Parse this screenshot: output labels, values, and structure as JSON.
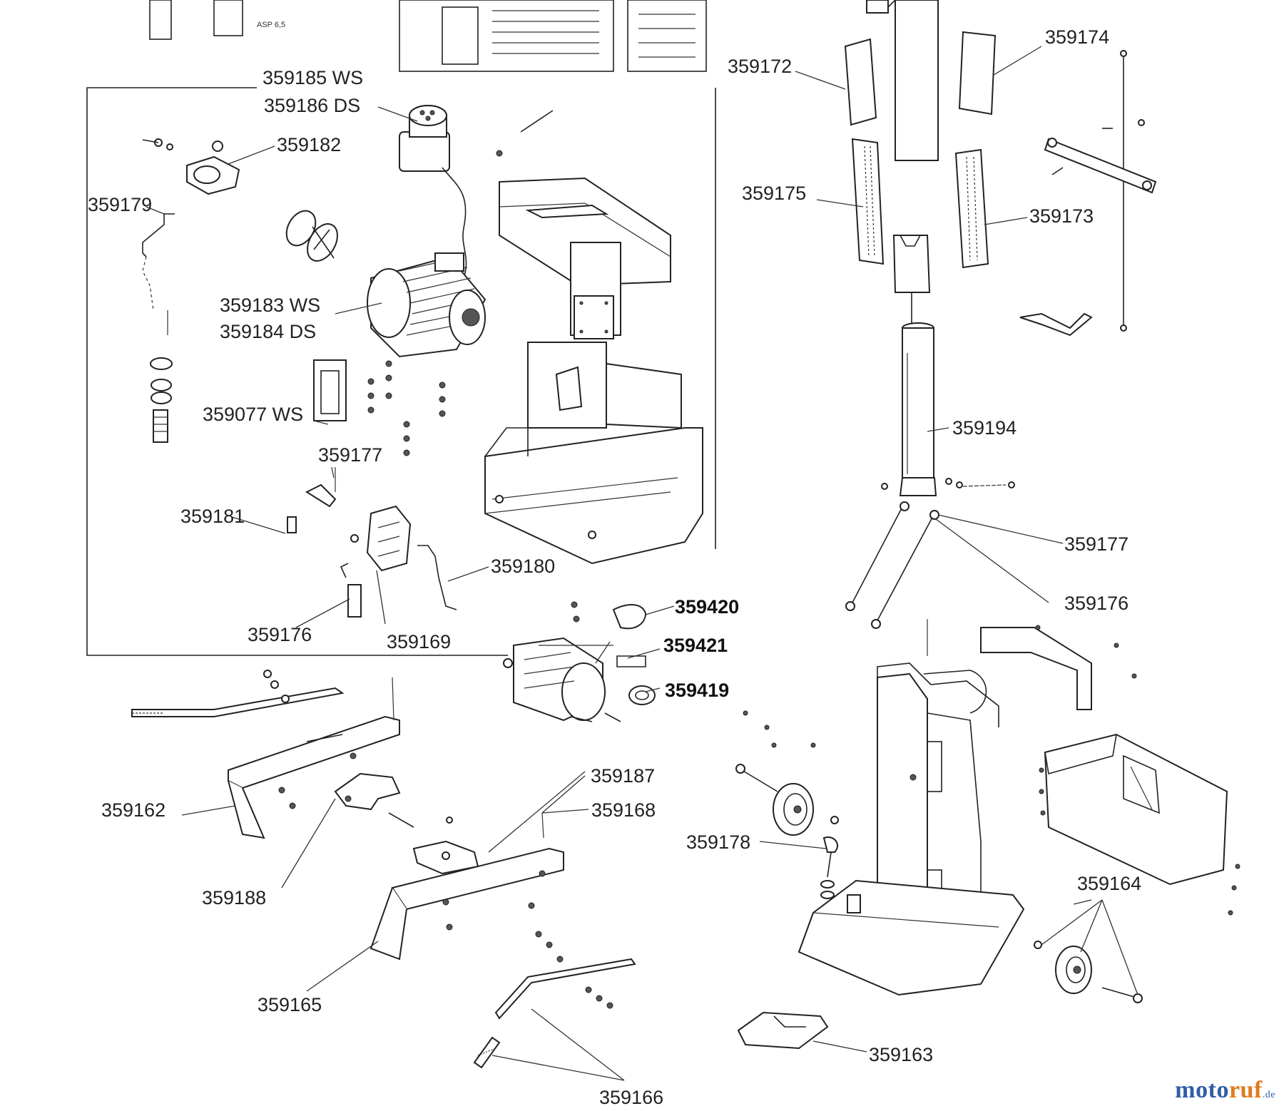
{
  "diagram": {
    "labels": {
      "p359185": "359185 WS",
      "p359186": "359186 DS",
      "p359182": "359182",
      "p359179": "359179",
      "p359183": "359183 WS",
      "p359184": "359184 DS",
      "p359077": "359077 WS",
      "p359177a": "359177",
      "p359181": "359181",
      "p359180": "359180",
      "p359176a": "359176",
      "p359169": "359169",
      "p359420": "359420",
      "p359421": "359421",
      "p359419": "359419",
      "p359172": "359172",
      "p359174": "359174",
      "p359175": "359175",
      "p359173": "359173",
      "p359194": "359194",
      "p359177b": "359177",
      "p359176b": "359176",
      "p359187": "359187",
      "p359168": "359168",
      "p359162": "359162",
      "p359188": "359188",
      "p359178": "359178",
      "p359164": "359164",
      "p359165": "359165",
      "p359163": "359163",
      "p359166": "359166"
    },
    "header_sticker_text": "ASP 6,5"
  },
  "brand": {
    "part1": "moto",
    "part2": "ruf",
    "part3": ".de"
  },
  "colors": {
    "brand_blue": "#2f5da8",
    "brand_orange": "#e07a1f",
    "ink": "#222222"
  }
}
